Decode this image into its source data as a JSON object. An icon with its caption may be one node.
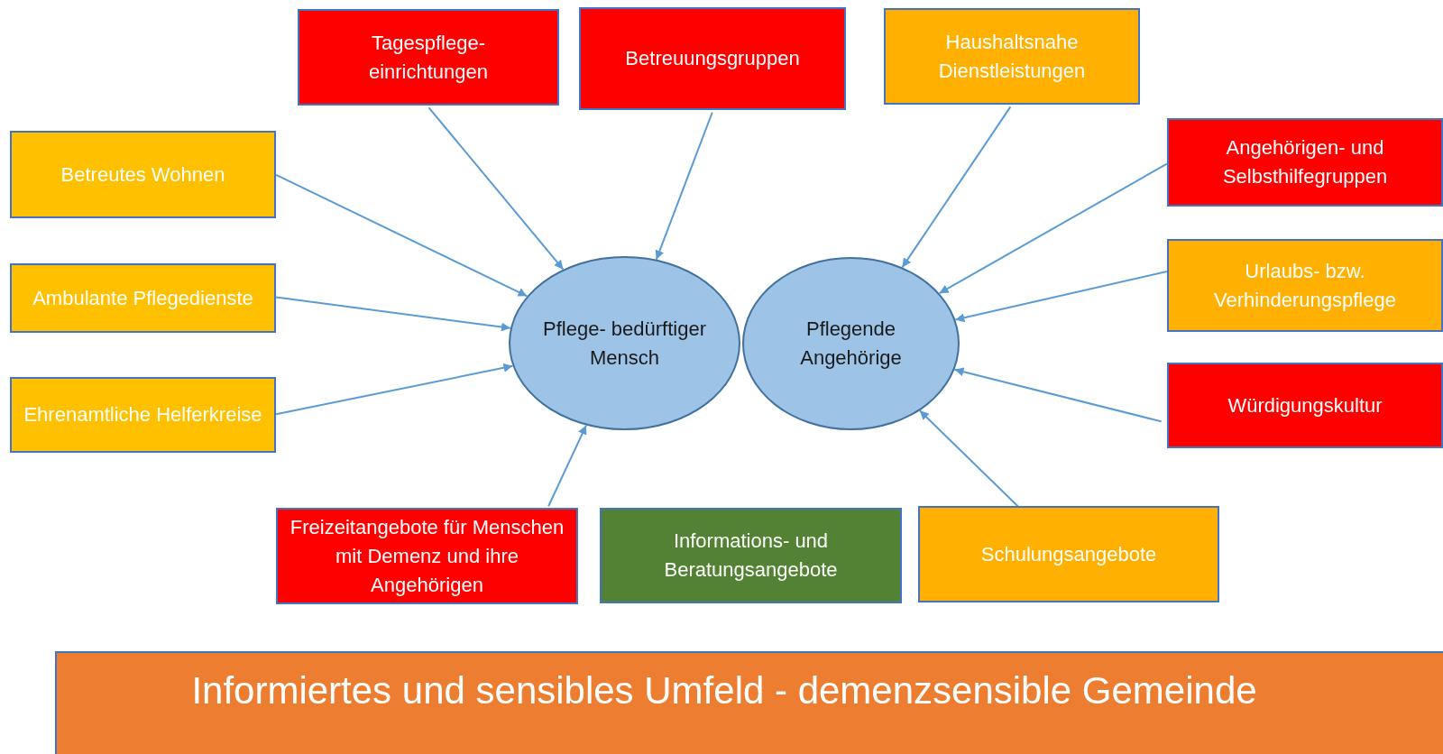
{
  "diagram": {
    "nodes": [
      {
        "text": [
          "Tagespflege- einrichtungen"
        ]
      },
      {
        "text": [
          "Betreuungsgruppen"
        ]
      },
      {
        "text": [
          "Haushaltsnahe Dienstleistungen"
        ]
      },
      {
        "text": [
          "Betreutes Wohnen"
        ]
      },
      {
        "text": [
          "Angehörigen- und Selbsthilfegruppen"
        ]
      },
      {
        "text": [
          "Ambulante Pflegedienste"
        ]
      },
      {
        "text": [
          "Urlaubs- bzw. Verhinderungspflege"
        ]
      },
      {
        "text": [
          "Pflege- bedürftiger Mensch"
        ]
      },
      {
        "text": [
          "Pflegende Angehörige"
        ]
      },
      {
        "text": [
          "Ehrenamtliche Helferkreise"
        ]
      },
      {
        "text": [
          "Würdigungskultur"
        ]
      },
      {
        "text": [
          "Freizeitangebote für Menschen mit Demenz und ihre Angehörigen"
        ]
      },
      {
        "text": [
          "Informations- und Beratungsangebote"
        ]
      },
      {
        "text": [
          "Schulungsangebote"
        ]
      },
      {
        "text": [
          "Informiertes und sensibles Umfeld - demenzsensible Gemeinde"
        ]
      }
    ],
    "edges": [
      {
        "from": 0,
        "to": 7,
        "arrow": "to"
      },
      {
        "from": 1,
        "to": 7,
        "arrow": "to"
      },
      {
        "from": 2,
        "to": 8,
        "arrow": "to"
      },
      {
        "from": 3,
        "to": 7,
        "arrow": "to"
      },
      {
        "from": 4,
        "to": 8,
        "arrow": "to"
      },
      {
        "from": 5,
        "to": 7,
        "arrow": "to"
      },
      {
        "from": 6,
        "to": 8,
        "arrow": "to"
      },
      {
        "from": 9,
        "to": 7,
        "arrow": "to"
      },
      {
        "from": 10,
        "to": 8,
        "arrow": "to"
      },
      {
        "from": 11,
        "to": 7,
        "arrow": "to"
      },
      {
        "from": 13,
        "to": 8,
        "arrow": "to"
      }
    ]
  }
}
